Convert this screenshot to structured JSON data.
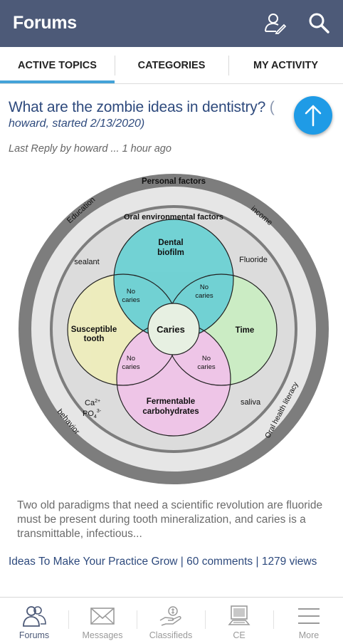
{
  "app": {
    "title": "Forums"
  },
  "tabs": [
    {
      "label": "ACTIVE TOPICS",
      "active": true
    },
    {
      "label": "CATEGORIES",
      "active": false
    },
    {
      "label": "MY ACTIVITY",
      "active": false
    }
  ],
  "post": {
    "title": "What are the zombie ideas in dentistry?",
    "title_overflow": "(",
    "meta": "howard, started 2/13/2020)",
    "last_reply": "Last Reply by howard ... 1 hour ago",
    "excerpt": "Two old paradigms that need a scientific revolution are fluoride must be present during tooth mineralization, and caries is a transmittable, infectious...",
    "tags": "Ideas To Make Your Practice Grow | 60 comments | 1279 views"
  },
  "diagram": {
    "personal_factors": "Personal factors",
    "education": "Education",
    "income": "income",
    "behavior": "behavior",
    "oral_health_literacy": "Oral health literacy",
    "oral_environmental_factors": "Oral environmental factors",
    "sealant": "sealant",
    "fluoride": "Fluoride",
    "saliva": "saliva",
    "ca": "Ca",
    "ca_sup": "2+",
    "po": "PO",
    "po_sub": "4",
    "po_sup": "3-",
    "dental_biofilm_1": "Dental",
    "dental_biofilm_2": "biofilm",
    "susceptible_tooth_1": "Susceptible",
    "susceptible_tooth_2": "tooth",
    "time": "Time",
    "fermentable_1": "Fermentable",
    "fermentable_2": "carbohydrates",
    "caries": "Caries",
    "no": "No",
    "no_caries": "caries"
  },
  "bottom_nav": [
    {
      "label": "Forums",
      "icon": "users-icon",
      "active": true
    },
    {
      "label": "Messages",
      "icon": "envelope-icon",
      "active": false
    },
    {
      "label": "Classifieds",
      "icon": "hand-money-icon",
      "active": false
    },
    {
      "label": "CE",
      "icon": "computer-icon",
      "active": false
    },
    {
      "label": "More",
      "icon": "menu-icon",
      "active": false
    }
  ],
  "colors": {
    "appbar": "#4d5a78",
    "accent": "#44a3d8",
    "link": "#2e4a7d",
    "fab": "#1f9be6"
  }
}
